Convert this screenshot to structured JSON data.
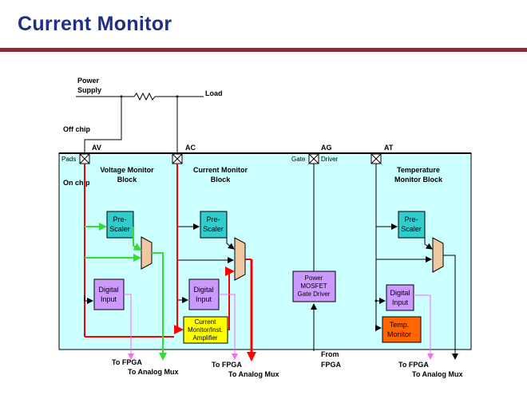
{
  "title": "Current Monitor",
  "colors": {
    "title": "#1f2f86",
    "title_rule": "#8a2a3a",
    "chip_bg": "#ccffff",
    "prescaler": "#33cccc",
    "digital_input": "#cc99ff",
    "current_amp": "#ffff00",
    "temp_monitor": "#ff6600",
    "mux": "#f0c8a0",
    "gate_driver": "#cc99ff",
    "signal_red": "#ff0000",
    "signal_green": "#33dd33",
    "signal_pink": "#ff66ff"
  },
  "off_chip": {
    "power_supply": [
      "Power",
      "Supply"
    ],
    "load": "Load",
    "off_chip_label": "Off chip"
  },
  "chip": {
    "pads_label": "Pads",
    "on_chip_label": "On chip",
    "pads": {
      "av": "AV",
      "ac": "AC",
      "ag": "AG",
      "at": "AT"
    },
    "gate_label": "Gate",
    "driver_label": "Driver"
  },
  "blocks": {
    "voltage_monitor": {
      "title": [
        "Voltage Monitor",
        "Block"
      ],
      "prescaler": [
        "Pre-",
        "Scaler"
      ],
      "digital_input": [
        "Digital",
        "Input"
      ]
    },
    "current_monitor": {
      "title": [
        "Current Monitor",
        "Block"
      ],
      "prescaler": [
        "Pre-",
        "Scaler"
      ],
      "digital_input": [
        "Digital",
        "Input"
      ],
      "amplifier": [
        "Current",
        "Monitor/Inst.",
        "Amplifier"
      ]
    },
    "gate_driver": {
      "label": [
        "Power",
        "MOSFET",
        "Gate Driver"
      ]
    },
    "temperature_monitor": {
      "title": [
        "Temperature",
        "Monitor Block"
      ],
      "prescaler": [
        "Pre-",
        "Scaler"
      ],
      "digital_input": [
        "Digital",
        "Input"
      ],
      "temp_monitor": [
        "Temp.",
        "Monitor"
      ]
    }
  },
  "outputs": {
    "to_fpga": "To FPGA",
    "to_analog_mux": "To Analog Mux",
    "from_fpga": [
      "From",
      "FPGA"
    ]
  }
}
